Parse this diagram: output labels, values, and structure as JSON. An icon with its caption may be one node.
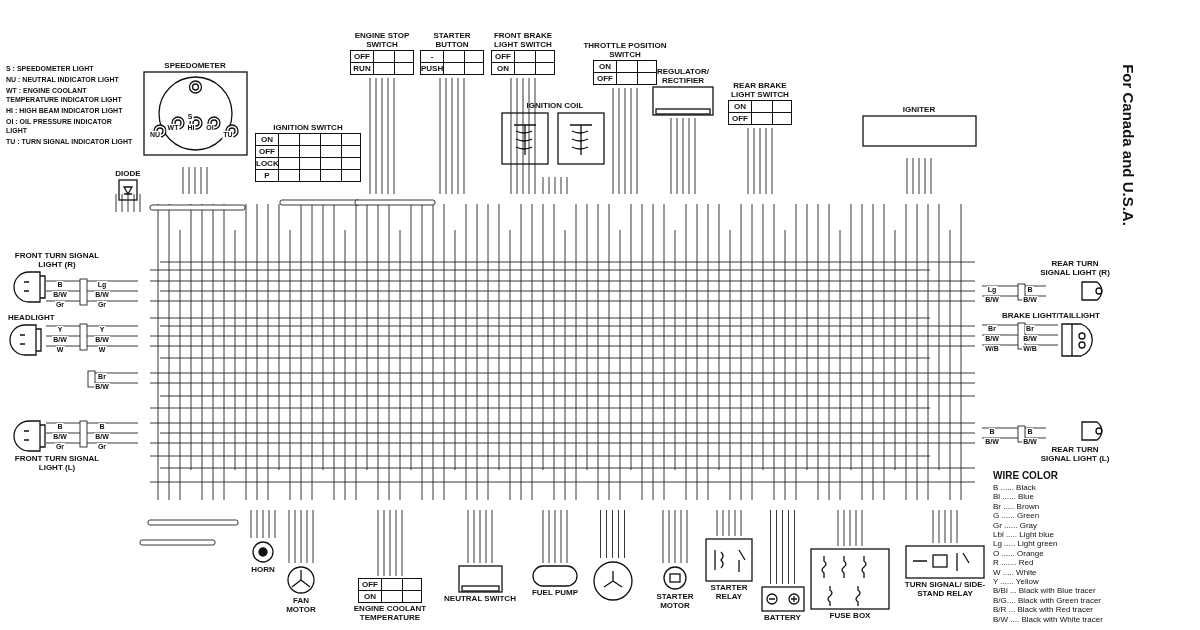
{
  "diagram": {
    "nodes": [
      {
        "text": [
          "SPEEDOMETER"
        ]
      },
      {
        "text": [
          "DIODE"
        ]
      },
      {
        "text": [
          "IGNITION SWITCH"
        ]
      },
      {
        "text": [
          "ENGINE STOP SWITCH"
        ]
      },
      {
        "text": [
          "STARTER BUTTON"
        ]
      },
      {
        "text": [
          "FRONT BRAKE LIGHT SWITCH"
        ]
      },
      {
        "text": [
          "IGNITION COIL"
        ]
      },
      {
        "text": [
          "THROTTLE POSITION SWITCH"
        ]
      },
      {
        "text": [
          "REGULATOR/ RECTIFIER"
        ]
      },
      {
        "text": [
          "REAR BRAKE LIGHT SWITCH"
        ]
      },
      {
        "text": [
          "IGNITER"
        ]
      },
      {
        "text": [
          "FRONT TURN SIGNAL LIGHT (R)"
        ]
      },
      {
        "text": [
          "HEADLIGHT"
        ]
      },
      {
        "text": [
          "FRONT TURN SIGNAL LIGHT (L)"
        ]
      },
      {
        "text": [
          "REAR TURN SIGNAL LIGHT (R)"
        ]
      },
      {
        "text": [
          "BRAKE LIGHT/TAILLIGHT"
        ]
      },
      {
        "text": [
          "REAR TURN SIGNAL LIGHT (L)"
        ]
      },
      {
        "text": [
          "HORN"
        ]
      },
      {
        "text": [
          "FAN MOTOR"
        ]
      },
      {
        "text": [
          "ENGINE COOLANT TEMPERATURE"
        ]
      },
      {
        "text": [
          "NEUTRAL SWITCH"
        ]
      },
      {
        "text": [
          "FUEL PUMP"
        ]
      },
      {
        "text": [],
        "shape": "circle"
      },
      {
        "text": [
          "STARTER MOTOR"
        ]
      },
      {
        "text": [
          "STARTER RELAY"
        ]
      },
      {
        "text": [
          "BATTERY"
        ]
      },
      {
        "text": [
          "FUSE BOX"
        ]
      },
      {
        "text": [
          "TURN SIGNAL/ SIDE-STAND RELAY"
        ]
      }
    ],
    "labels": [
      "S : SPEEDOMETER LIGHT",
      "NU : NEUTRAL INDICATOR LIGHT",
      "WT : ENGINE COOLANT TEMPERATURE INDICATOR LIGHT",
      "HI : HIGH BEAM INDICATOR LIGHT",
      "OI : OIL PRESSURE INDICATOR LIGHT",
      "TU : TURN SIGNAL INDICATOR LIGHT",
      "S",
      "NU",
      "WT",
      "HI",
      "OI",
      "TU",
      "ON",
      "OFF",
      "LOCK",
      "P",
      "OFF",
      "RUN",
      "-",
      "PUSH",
      "OFF",
      "ON",
      "ON",
      "OFF",
      "ON",
      "OFF",
      "OFF",
      "ON",
      "B",
      "B/W",
      "Gr",
      "Lg",
      "B/W",
      "Gr",
      "Y",
      "B/W",
      "W",
      "Y",
      "B/W",
      "W",
      "Br",
      "B/W",
      "B",
      "B/W",
      "Gr",
      "B",
      "B/W",
      "Gr",
      "Lg",
      "B/W",
      "B",
      "B/W",
      "Br",
      "B/W",
      "W/B",
      "Br",
      "B/W",
      "W/B",
      "B",
      "B/W",
      "B",
      "B/W",
      "For Canada and U.S.A.",
      "WIRE COLOR",
      "B ...... Black",
      "Bl ...... Blue",
      "Br ..... Brown",
      "G ...... Green",
      "Gr ...... Gray",
      "Lbl ..... Light blue",
      "Lg ..... Light green",
      "O ...... Orange",
      "R ....... Red",
      "W ..... White",
      "Y ...... Yellow",
      "B/Bl ... Black with Blue tracer",
      "B/G.... Black with Green tracer",
      "B/R ... Black with Red tracer",
      "B/W .... Black with White tracer"
    ]
  }
}
